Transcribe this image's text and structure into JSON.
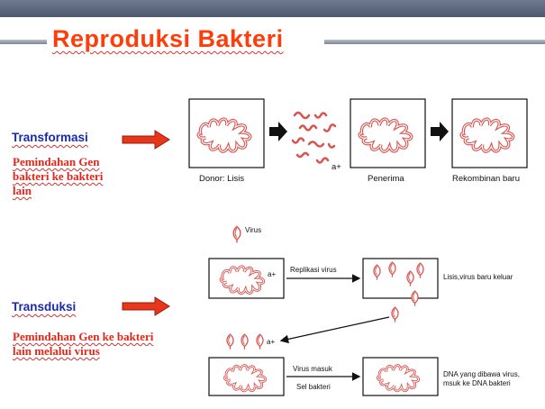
{
  "title": "Reproduksi Bakteri",
  "transformation": {
    "heading": "Transformasi",
    "description": "Pemindahan Gen bakteri ke bakteri lain",
    "captions": {
      "donor": "Donor: Lisis",
      "gene": "a+",
      "recipient": "Penerima",
      "recombinant": "Rekombinan baru"
    }
  },
  "transduction": {
    "heading": "Transduksi",
    "description": "Pemindahan Gen ke bakteri lain melalui virus",
    "captions": {
      "virus": "Virus",
      "gene1": "a+",
      "replication": "Replikasi virus",
      "lysis": "Lisis,virus baru keluar",
      "gene2": "a+",
      "virus_enters": "Virus masuk",
      "bacterial_cell": "Sel bakteri",
      "dna_result": "DNA yang dibawa virus, msuk ke DNA bakteri"
    }
  },
  "colors": {
    "title": "#ff3d0a",
    "heading": "#1a2ba8",
    "description": "#e3261a",
    "arrow_fill": "#e8361a",
    "dna": "#d9534f"
  }
}
